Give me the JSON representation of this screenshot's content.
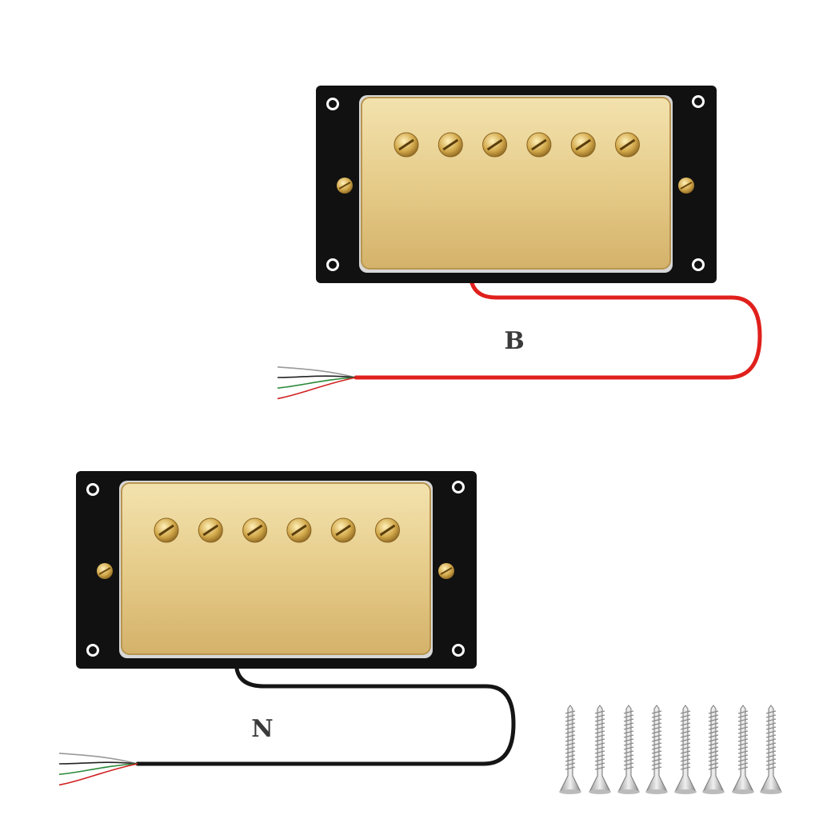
{
  "pickups": [
    {
      "label": "B",
      "wire_color": "#e0201c",
      "cover_color": "#e8cf8e",
      "poles": 6
    },
    {
      "label": "N",
      "wire_color": "#151515",
      "cover_color": "#e8cf8e",
      "poles": 6
    }
  ],
  "screws": {
    "count": 8,
    "color": "#c9c9c9"
  }
}
